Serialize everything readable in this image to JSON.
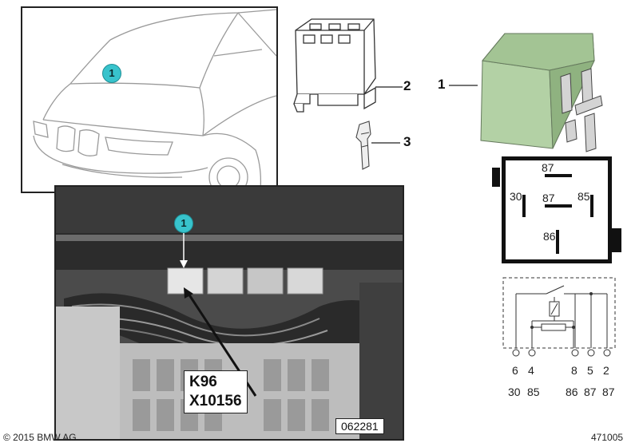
{
  "badges": {
    "car_badge": "1",
    "photo_badge": "1"
  },
  "part_labels": {
    "relay": "1",
    "socket": "2",
    "terminal": "3"
  },
  "pin_diagram": {
    "top": "87",
    "center": "87",
    "left": "30",
    "right": "85",
    "bottom": "86"
  },
  "circuit": {
    "pin_numbers": [
      "6",
      "4",
      "8",
      "5",
      "2"
    ],
    "terminal_numbers": [
      "30",
      "85",
      "86",
      "87",
      "87"
    ]
  },
  "photo": {
    "callout_line1": "K96",
    "callout_line2": "X10156",
    "photo_id": "062281"
  },
  "footer": {
    "copyright": "© 2015 BMW AG",
    "diagram_id": "471005"
  },
  "colors": {
    "badge": "#38c3cc",
    "relay_body": "#a8c99a",
    "frame": "#111111"
  }
}
